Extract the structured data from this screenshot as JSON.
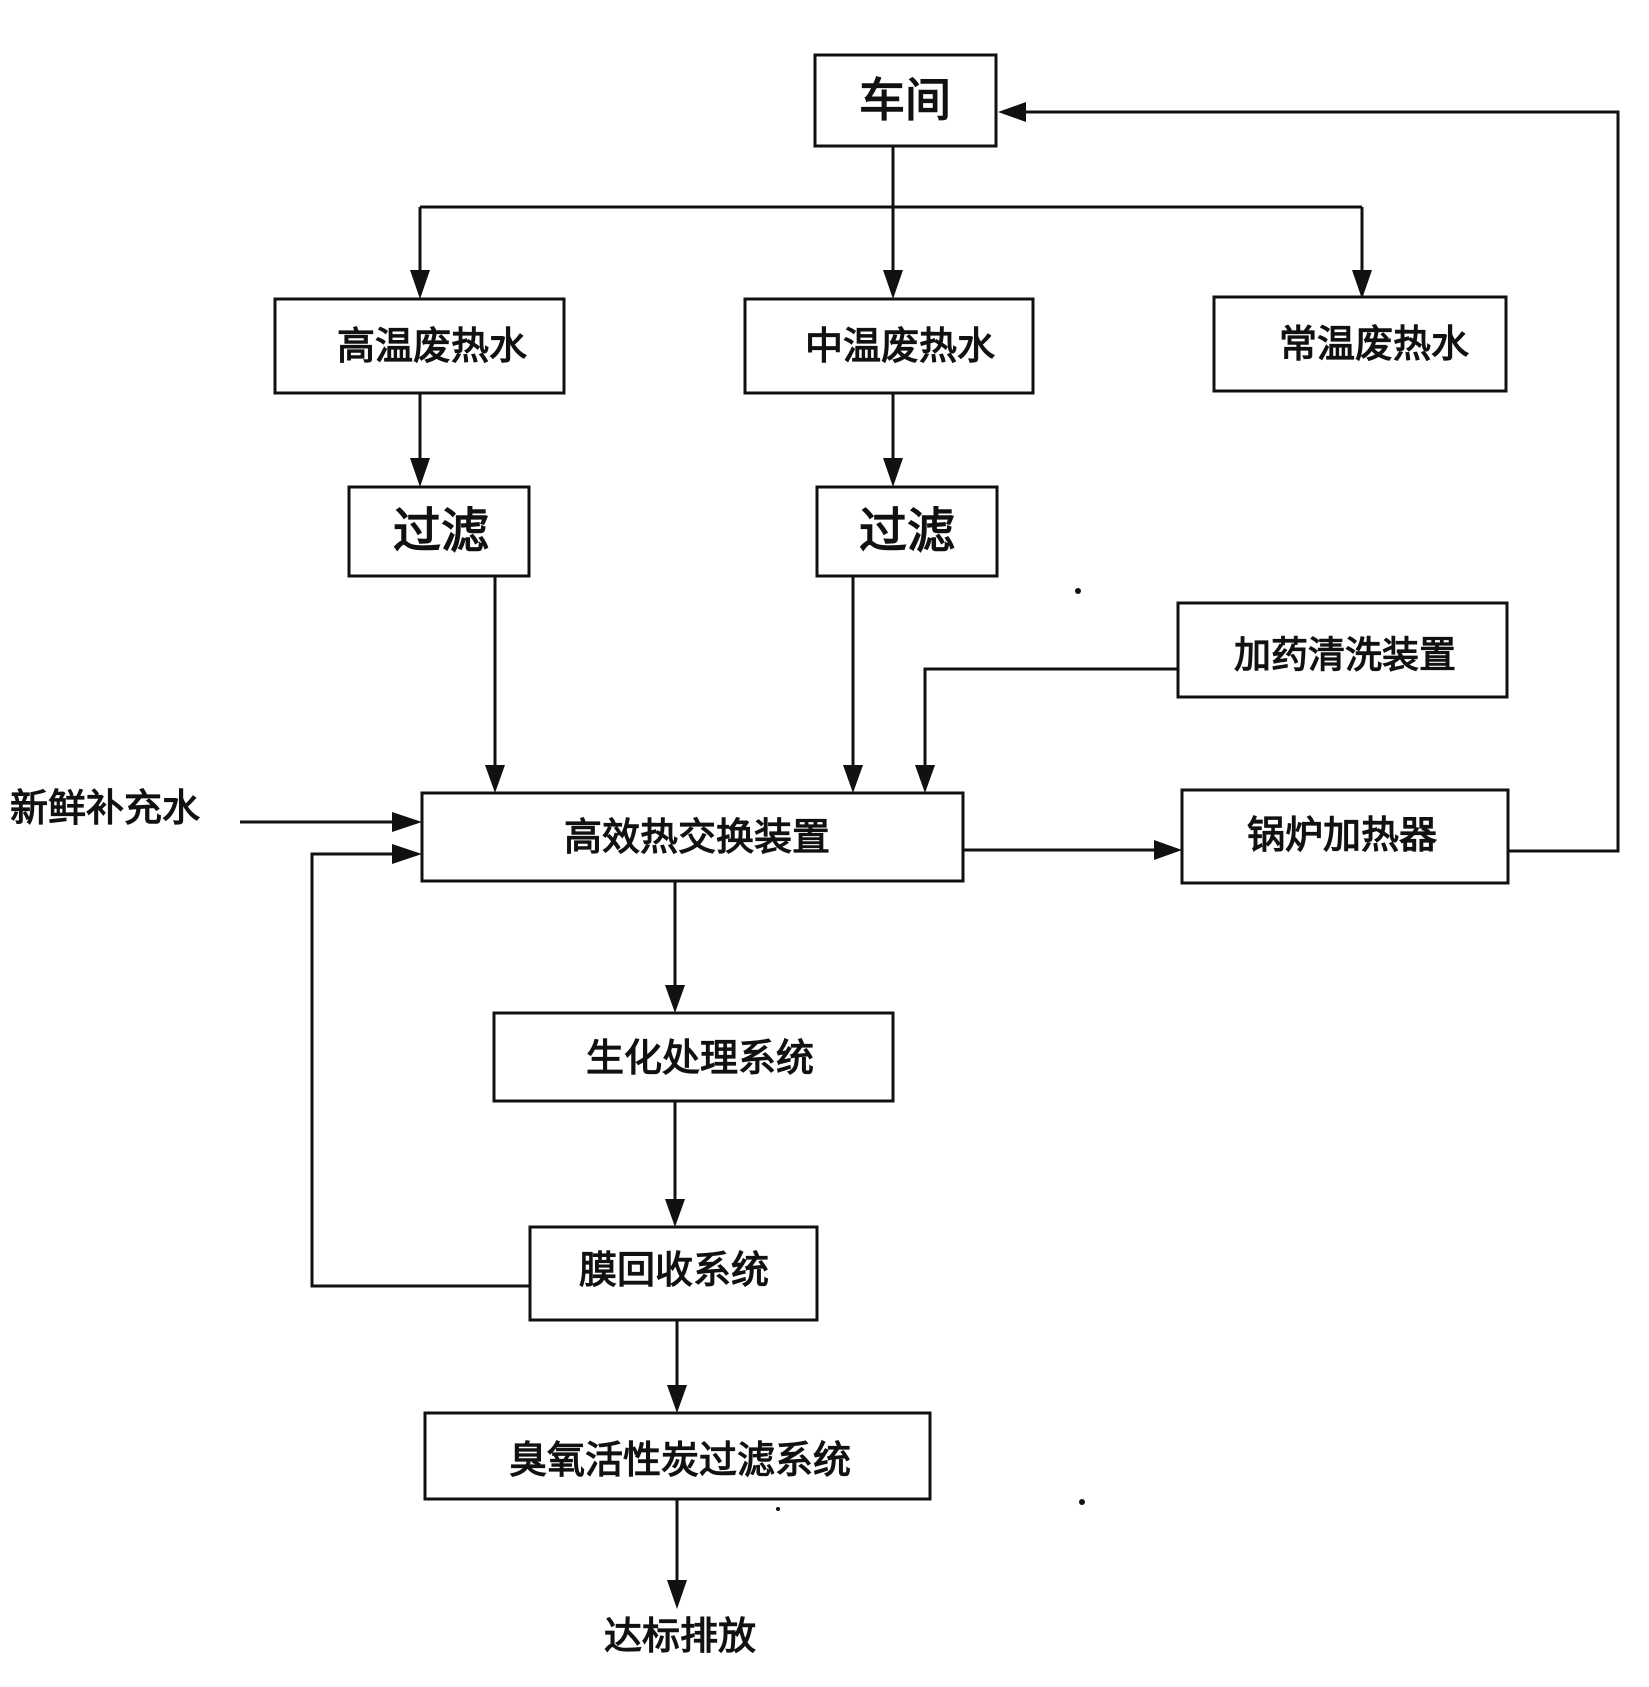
{
  "nodes": {
    "workshop": "车间",
    "high_temp_water": "高温废热水",
    "mid_temp_water": "中温废热水",
    "normal_temp_water": "常温废热水",
    "filter_high": "过滤",
    "filter_mid": "过滤",
    "dosing_cleaning": "加药清洗装置",
    "heat_exchanger": "高效热交换装置",
    "boiler_heater": "锅炉加热器",
    "biochemical": "生化处理系统",
    "membrane_recovery": "膜回收系统",
    "ozone_carbon": "臭氧活性炭过滤系统"
  },
  "inputs": {
    "fresh_water": "新鲜补充水"
  },
  "outputs": {
    "discharge": "达标排放"
  }
}
